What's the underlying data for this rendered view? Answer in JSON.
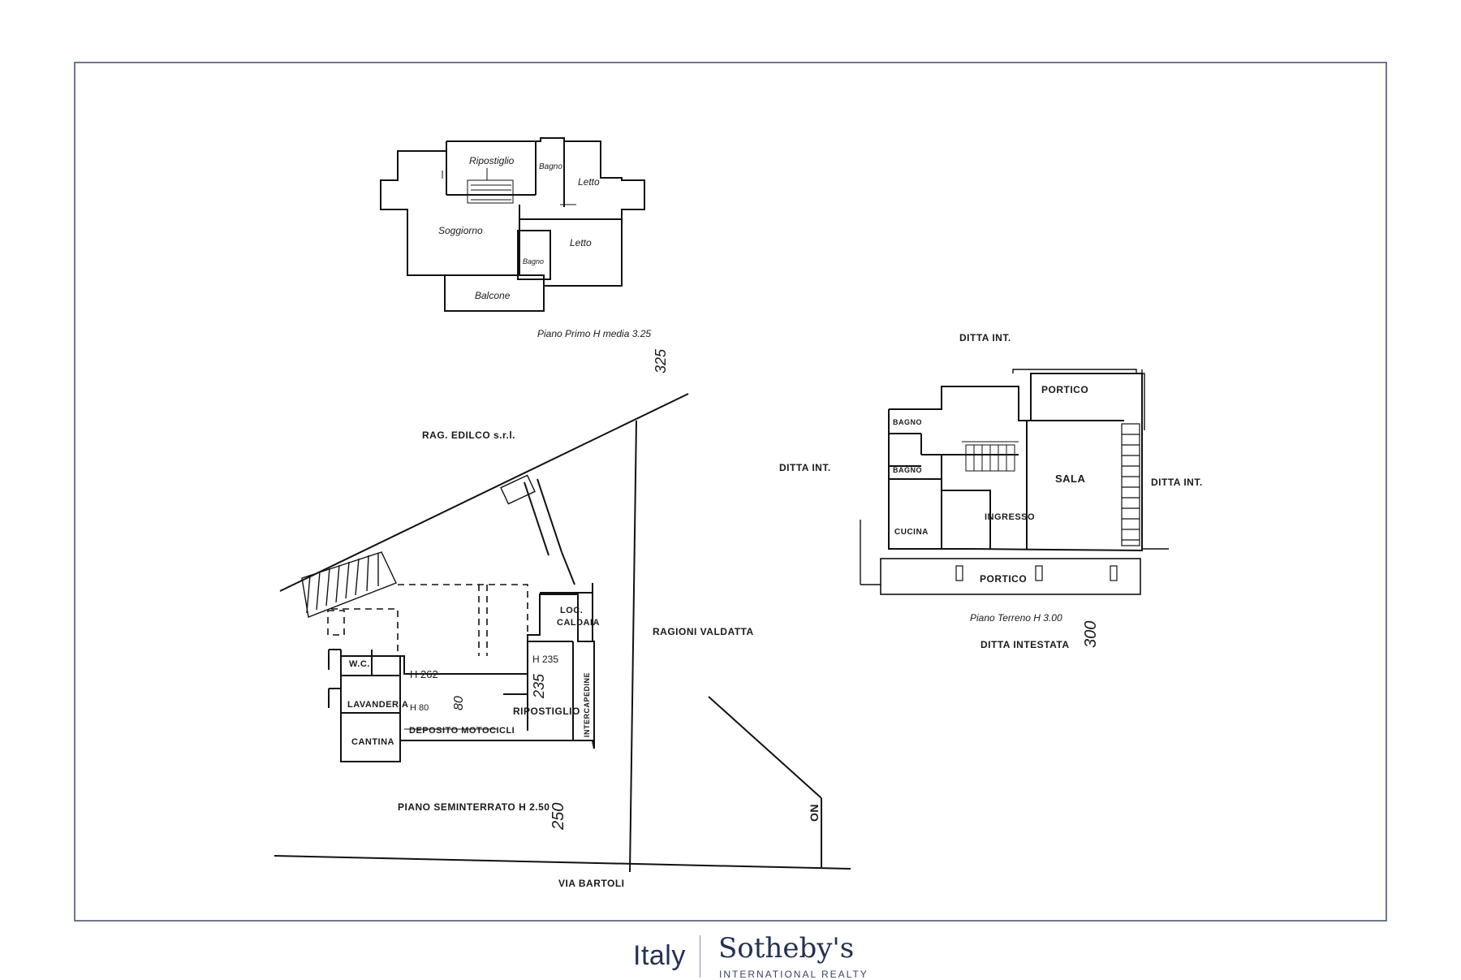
{
  "first_floor": {
    "rooms": {
      "ripostiglio": "Ripostiglio",
      "bagno_top": "Bagno",
      "letto_top": "Letto",
      "soggiorno": "Soggiorno",
      "letto_mid": "Letto",
      "bagno_mid": "Bagno",
      "balcone": "Balcone"
    },
    "caption": "Piano Primo  H media 3.25",
    "stamp": "325"
  },
  "ground_floor": {
    "rooms": {
      "portico_top": "PORTICO",
      "bagno_1": "BAGNO",
      "bagno_2": "BAGNO",
      "sala": "SALA",
      "ingresso": "INGRESSO",
      "cucina": "CUCINA",
      "portico_bottom": "PORTICO"
    },
    "neighbors": {
      "top": "DITTA INT.",
      "left": "DITTA INT.",
      "right": "DITTA INT."
    },
    "caption": "Piano Terreno H 3.00",
    "stamp": "300",
    "owner": "DITTA INTESTATA"
  },
  "basement": {
    "rooms": {
      "wc": "W.C.",
      "lavanderia": "LAVANDERIA",
      "cantina": "CANTINA",
      "h262": "H 262",
      "h80": "H 80",
      "h235": "H 235",
      "deposito": "DEPOSITO MOTOCICLI",
      "ripostiglio": "RIPOSTIGLIO",
      "intercapedine": "INTERCAPEDINE",
      "loc": "LOC.",
      "caldaia": "CALDAIA"
    },
    "caption": "PIANO SEMINTERRATO H 2.50",
    "stamp": "250",
    "stamp_235": "235",
    "stamp_80": "80"
  },
  "site": {
    "rag": "RAG. EDILCO s.r.l.",
    "ragioni": "RAGIONI VALDATTA",
    "via": "VIA BARTOLI",
    "n": "ON"
  },
  "logo": {
    "region": "Italy",
    "brand": "Sotheby's",
    "sub": "INTERNATIONAL REALTY",
    "color": "#243154"
  }
}
